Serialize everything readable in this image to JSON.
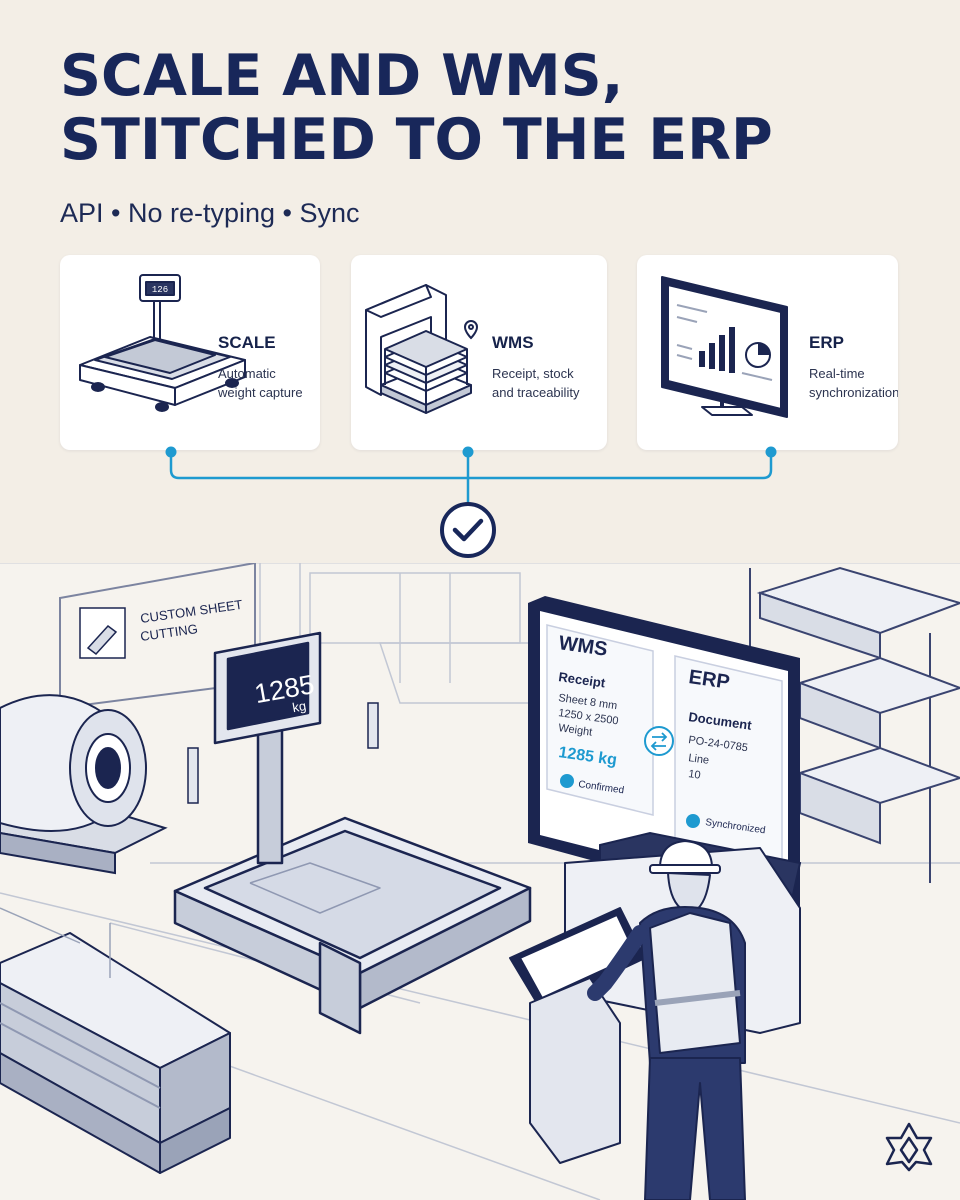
{
  "title": {
    "line1": "SCALE AND WMS,",
    "line2": "STITCHED TO THE ERP"
  },
  "subtitle": "API • No re-typing • Sync",
  "cards": [
    {
      "title": "SCALE",
      "desc_line1": "Automatic",
      "desc_line2": "weight capture",
      "icon": "weighing-scale-icon",
      "display_value": "126"
    },
    {
      "title": "WMS",
      "desc_line1": "Receipt, stock",
      "desc_line2": "and traceability",
      "icon": "warehouse-pallet-icon"
    },
    {
      "title": "ERP",
      "desc_line1": "Real-time",
      "desc_line2": "synchronization",
      "icon": "monitor-chart-icon"
    }
  ],
  "connector": {
    "icon": "check-circle-icon"
  },
  "scene": {
    "sign": {
      "line1": "CUSTOM SHEET",
      "line2": "CUTTING"
    },
    "scale_display": {
      "value": "1285",
      "unit": "kg"
    },
    "wms_panel": {
      "title": "WMS",
      "heading": "Receipt",
      "line1": "Sheet 8 mm",
      "line2": "1250 x 2500",
      "line3": "Weight",
      "weight": "1285 kg",
      "status": "Confirmed"
    },
    "erp_panel": {
      "title": "ERP",
      "heading": "Document",
      "line1": "PO-24-0785",
      "line2": "Line",
      "line3": "10",
      "status": "Synchronized"
    },
    "sync_icon": "sync-arrows-icon"
  },
  "logo_icon": "brand-logo-icon",
  "colors": {
    "navy": "#18275a",
    "accent": "#1e9ad0",
    "card_bg": "#ffffff",
    "page_bg": "#f3eee6"
  }
}
